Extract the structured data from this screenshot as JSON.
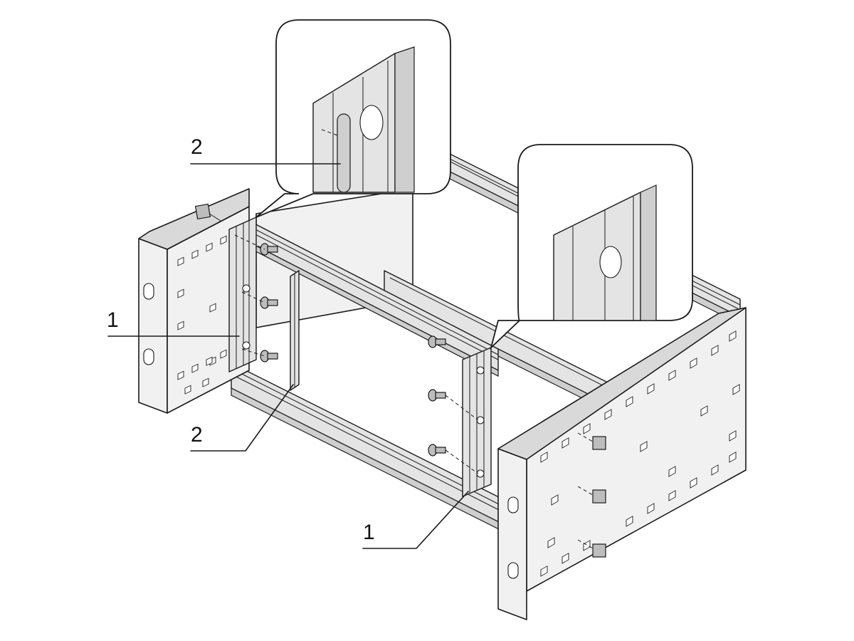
{
  "callouts": {
    "top_left_2": "2",
    "left_1": "1",
    "bottom_left_2": "2",
    "bottom_1": "1"
  }
}
